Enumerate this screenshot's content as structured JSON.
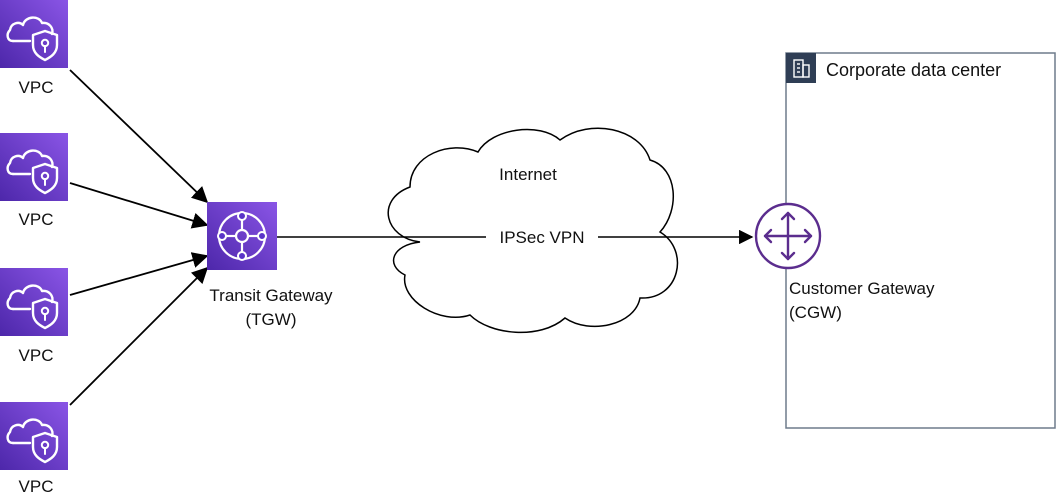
{
  "vpcs": [
    {
      "label": "VPC"
    },
    {
      "label": "VPC"
    },
    {
      "label": "VPC"
    },
    {
      "label": "VPC"
    }
  ],
  "transit_gateway": {
    "line1": "Transit Gateway",
    "line2": "(TGW)"
  },
  "internet": {
    "label": "Internet"
  },
  "vpn_link": {
    "label": "IPSec VPN"
  },
  "data_center": {
    "title": "Corporate data center"
  },
  "customer_gateway": {
    "line1": "Customer Gateway",
    "line2": "(CGW)"
  },
  "colors": {
    "aws_purple_dark": "#5a34c8",
    "aws_purple_light": "#8a55e6",
    "gateway_purple": "#5b2d8e",
    "header_slate": "#2f3e55",
    "line": "#000000"
  },
  "icons": {
    "vpc": "vpc-cloud-shield-icon",
    "tgw": "transit-gateway-hub-icon",
    "cgw": "router-arrows-icon",
    "dc": "office-building-icon"
  }
}
